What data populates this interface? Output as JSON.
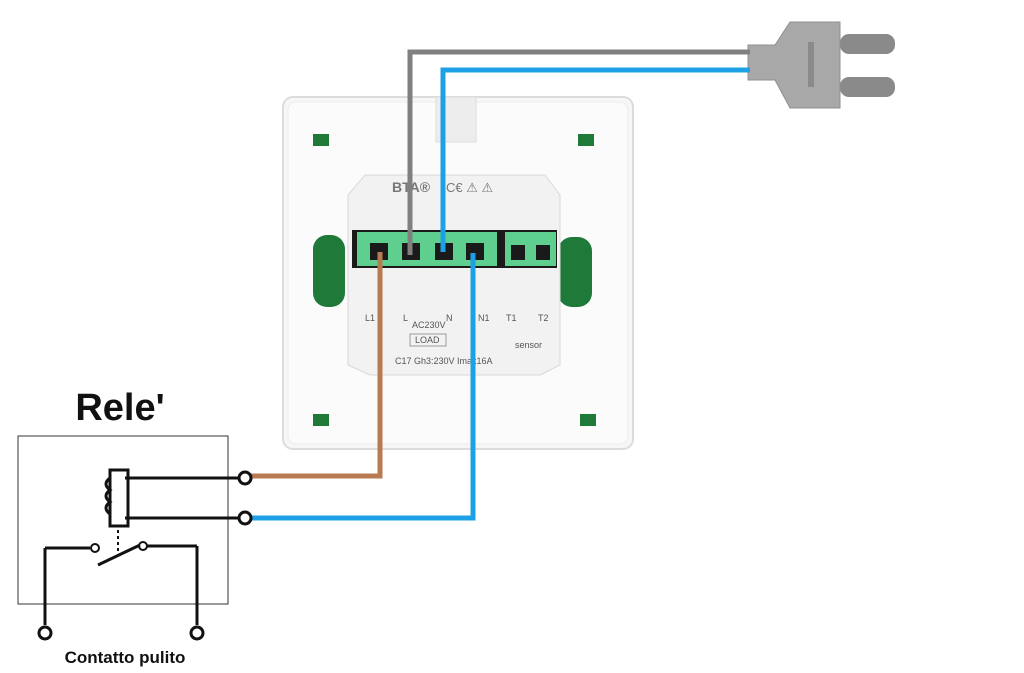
{
  "colors": {
    "wire_gray": "#808080",
    "wire_blue": "#1ea0e6",
    "wire_brown": "#b87a50",
    "terminal_green": "#5fcf8f",
    "slot_green": "#1f7a3a",
    "plug_gray": "#a8a8a8"
  },
  "relay": {
    "title": "Rele'",
    "caption": "Contatto pulito"
  },
  "device": {
    "brand": "BTA®",
    "marks": "C€ ⚠ ⚠",
    "terminals": {
      "l1": "L1",
      "l": "L",
      "ac": "AC230V",
      "n": "N",
      "n1": "N1",
      "t1": "T1",
      "t2": "T2",
      "sensor": "sensor",
      "load": "LOAD"
    },
    "rating": "C17 Gh3:230V Imax16A"
  }
}
